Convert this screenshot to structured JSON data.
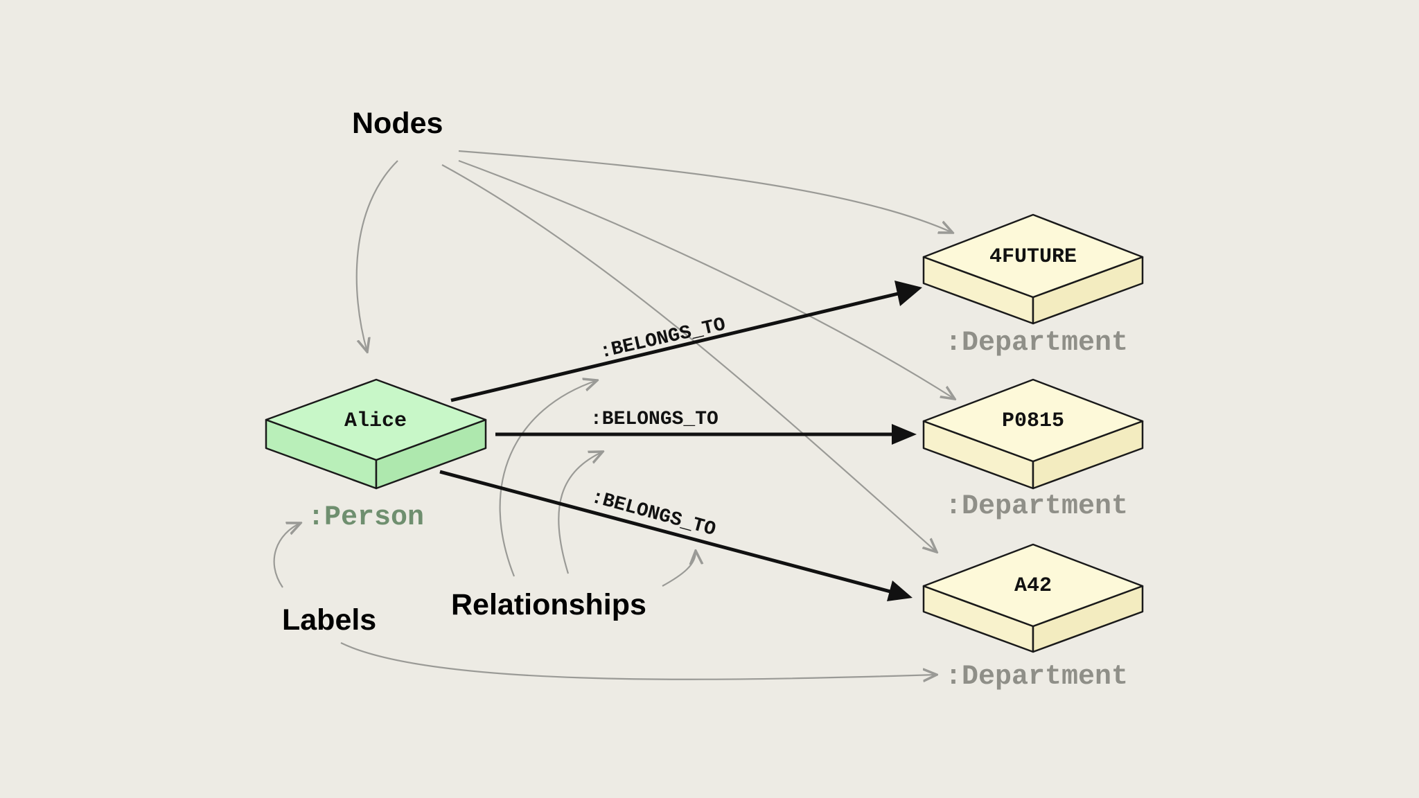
{
  "colors": {
    "background": "#edebe4",
    "person_top": "#c8f7c8",
    "person_side": "#b9efb9",
    "department_top": "#fdf9d9",
    "department_side": "#f8f2cc",
    "person_label": "#6f8f6f",
    "department_label": "#8f8f88",
    "pointer": "#9a9a96",
    "edge": "#111111"
  },
  "annotations": {
    "nodes": "Nodes",
    "relationships": "Relationships",
    "labels": "Labels"
  },
  "nodes": {
    "alice": {
      "name": "Alice",
      "label": ":Person"
    },
    "dept1": {
      "name": "4FUTURE",
      "label": ":Department"
    },
    "dept2": {
      "name": "P0815",
      "label": ":Department"
    },
    "dept3": {
      "name": "A42",
      "label": ":Department"
    }
  },
  "relationships": [
    {
      "from": "Alice",
      "to": "4FUTURE",
      "type": ":BELONGS_TO"
    },
    {
      "from": "Alice",
      "to": "P0815",
      "type": ":BELONGS_TO"
    },
    {
      "from": "Alice",
      "to": "A42",
      "type": ":BELONGS_TO"
    }
  ]
}
